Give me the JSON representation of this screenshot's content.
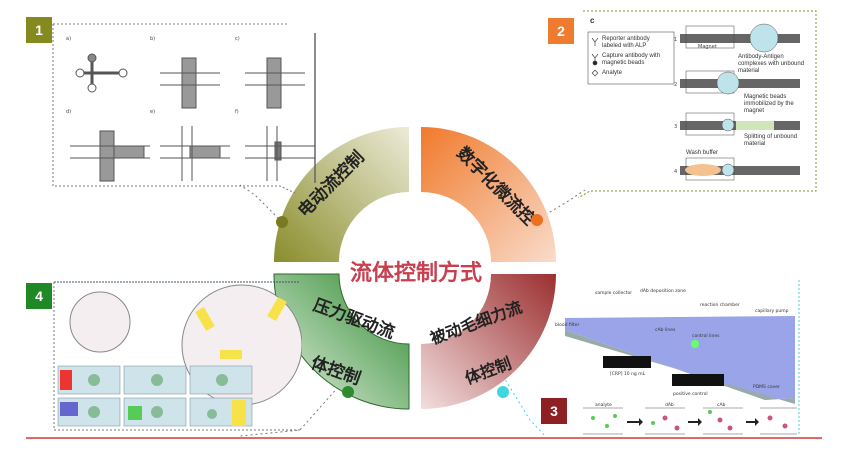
{
  "center_title": "流体控制方式",
  "quadrants": {
    "top_left": {
      "label": "电动流控制",
      "color": "#8a8d2c"
    },
    "top_right": {
      "label": "数字化微流控",
      "color": "#ef7a2e"
    },
    "bottom_left": {
      "line1": "压力驱动流",
      "line2": "体控制",
      "color": "#3a8f3a"
    },
    "bottom_right": {
      "line1": "被动毛细力流",
      "line2": "体控制",
      "color": "#9b2f30"
    }
  },
  "badges": {
    "one": "1",
    "two": "2",
    "three": "3",
    "four": "4"
  },
  "panel1": {
    "sublabels": [
      "a)",
      "b)",
      "c)",
      "d)",
      "e)",
      "f)"
    ]
  },
  "panel2": {
    "letter": "c",
    "legend": [
      "Reporter antibody labeled with ALP",
      "Capture antibody with magnetic beads",
      "Analyte"
    ],
    "steps": [
      "1",
      "2",
      "3",
      "4"
    ],
    "magnet": "Magnet",
    "captions": [
      "Antibody-Antigen complexes with unbound material",
      "Magnetic beads immobilized by the magnet",
      "Splitting of unbound material"
    ],
    "wash": "Wash buffer"
  },
  "panel3": {
    "labels": [
      "sample collector",
      "dAb deposition zone",
      "reaction chamber",
      "capillary pump",
      "blood filter",
      "cAb lines",
      "control lines",
      "[CRP] 10 ng mL",
      "positive control",
      "PDMS cover",
      "analyte",
      "dAb",
      "cAb"
    ]
  },
  "colors": {
    "rule": "#d23a3a",
    "dots_cyan": "#3fd6e0"
  }
}
